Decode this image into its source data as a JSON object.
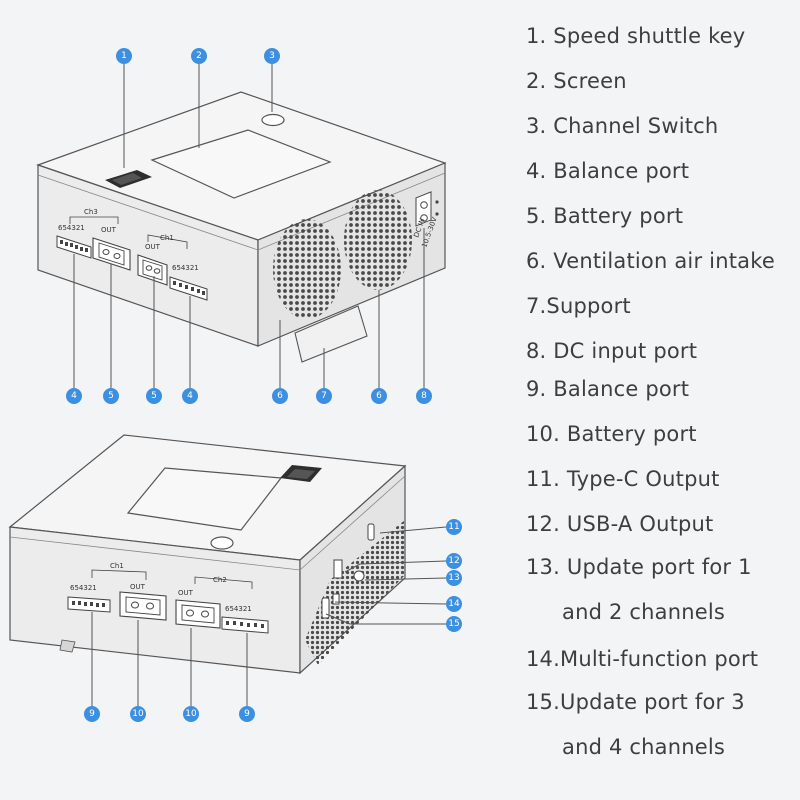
{
  "colors": {
    "background": "#f3f4f6",
    "callout": "#3d8fe0",
    "device_top": "#f4f4f4",
    "device_side": "#e9e9e9",
    "outline": "#555555",
    "legend_text": "#3e3e3e"
  },
  "legend": [
    {
      "lines": [
        "1. Speed shuttle key"
      ]
    },
    {
      "lines": [
        "2. Screen"
      ]
    },
    {
      "lines": [
        "3. Channel Switch"
      ]
    },
    {
      "lines": [
        "4. Balance port"
      ]
    },
    {
      "lines": [
        "5. Battery port"
      ]
    },
    {
      "lines": [
        "6. Ventilation air intake"
      ]
    },
    {
      "lines": [
        "7.Support"
      ]
    },
    {
      "lines": [
        "8. DC input port"
      ]
    },
    {
      "lines": [
        "9. Balance port"
      ]
    },
    {
      "lines": [
        "10. Battery port"
      ]
    },
    {
      "lines": [
        "11. Type-C Output"
      ]
    },
    {
      "lines": [
        "12. USB-A Output"
      ]
    },
    {
      "lines": [
        "13. Update port for 1",
        "and 2 channels"
      ]
    },
    {
      "lines": [
        "14.Multi-function port"
      ]
    },
    {
      "lines": [
        "15.Update port for 3",
        "and 4 channels"
      ]
    }
  ],
  "device1": {
    "labels": {
      "ch3": "Ch3",
      "ch1": "Ch1",
      "pins": "654321",
      "out": "OUT",
      "dc_in": "DC IN",
      "voltage": "10.5-30V"
    },
    "callouts": {
      "top": [
        "1",
        "2",
        "3"
      ],
      "bottom": [
        "4",
        "5",
        "5",
        "4",
        "6",
        "7",
        "6",
        "8"
      ]
    }
  },
  "device2": {
    "labels": {
      "ch1": "Ch1",
      "ch2": "Ch2",
      "pins": "654321",
      "out": "OUT"
    },
    "callouts": {
      "bottom": [
        "9",
        "10",
        "10",
        "9"
      ],
      "right": [
        "11",
        "12",
        "13",
        "14",
        "15"
      ]
    }
  }
}
